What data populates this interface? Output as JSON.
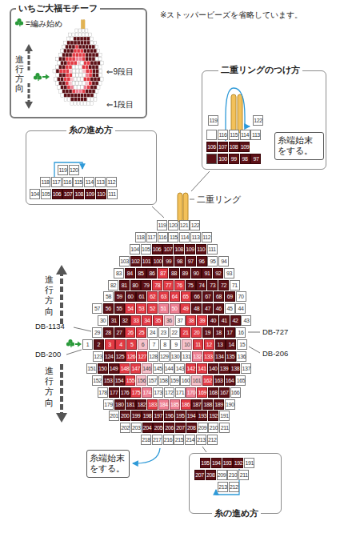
{
  "diagram": {
    "nodes": [
      {
        "text": [
          "いちご大福モチーフ",
          "=編み始め",
          "進行方向",
          "⇐9段目",
          "⇐1段目"
        ]
      },
      {
        "text": [
          "二重リングのつけ方"
        ]
      },
      {
        "text": [
          "糸端始末をする。"
        ],
        "in": 1
      },
      {
        "text": [
          "糸の進め方"
        ]
      },
      {
        "text": [
          "糸端始末をする。"
        ]
      },
      {
        "text": [
          "糸の進め方"
        ]
      }
    ],
    "labels": [
      "※ストッパービーズを省略しています。",
      "二重リング",
      "DB-1134",
      "DB-200",
      "DB-727",
      "DB-206",
      "進行方向",
      "進行方向",
      "119",
      "120",
      "121",
      "122",
      "118",
      "117",
      "116",
      "115",
      "114",
      "113",
      "112",
      "104",
      "105",
      "106",
      "107",
      "108",
      "109",
      "110",
      "111",
      "103",
      "102",
      "101",
      "100",
      "99",
      "98",
      "97",
      "96",
      "95",
      "94",
      "83",
      "84",
      "85",
      "86",
      "87",
      "88",
      "89",
      "90",
      "91",
      "92",
      "93",
      "82",
      "81",
      "80",
      "79",
      "78",
      "77",
      "76",
      "75",
      "74",
      "73",
      "72",
      "71",
      "58",
      "59",
      "60",
      "61",
      "62",
      "63",
      "64",
      "65",
      "66",
      "67",
      "68",
      "69",
      "70",
      "57",
      "56",
      "55",
      "54",
      "53",
      "52",
      "51",
      "50",
      "49",
      "48",
      "47",
      "46",
      "45",
      "44",
      "30",
      "31",
      "32",
      "33",
      "34",
      "35",
      "36",
      "37",
      "38",
      "39",
      "40",
      "41",
      "42",
      "43",
      "29",
      "28",
      "27",
      "26",
      "25",
      "24",
      "23",
      "22",
      "21",
      "20",
      "19",
      "18",
      "17",
      "16",
      "1",
      "2",
      "3",
      "4",
      "5",
      "6",
      "7",
      "8",
      "9",
      "10",
      "11",
      "12",
      "13",
      "14",
      "15",
      "123",
      "124",
      "125",
      "126",
      "127",
      "128",
      "129",
      "130",
      "131",
      "132",
      "133",
      "134",
      "135",
      "136",
      "151",
      "150",
      "149",
      "148",
      "147",
      "146",
      "145",
      "144",
      "143",
      "142",
      "141",
      "140",
      "139",
      "138",
      "137",
      "152",
      "153",
      "154",
      "155",
      "156",
      "157",
      "158",
      "159",
      "160",
      "161",
      "162",
      "163",
      "164",
      "165",
      "178",
      "177",
      "176",
      "175",
      "174",
      "173",
      "172",
      "171",
      "170",
      "169",
      "168",
      "167",
      "166",
      "179",
      "180",
      "181",
      "182",
      "183",
      "184",
      "185",
      "186",
      "187",
      "188",
      "189",
      "190",
      "201",
      "200",
      "199",
      "198",
      "197",
      "196",
      "195",
      "194",
      "193",
      "192",
      "191",
      "202",
      "203",
      "204",
      "205",
      "206",
      "207",
      "208",
      "209",
      "210",
      "211",
      "218",
      "217",
      "216",
      "215",
      "214",
      "213",
      "212",
      "119",
      "122",
      "116",
      "115",
      "114",
      "113",
      "106",
      "107",
      "108",
      "109",
      "100",
      "99",
      "98",
      "97",
      "119",
      "120",
      "118",
      "117",
      "116",
      "115",
      "114",
      "113",
      "112",
      "104",
      "105",
      "106",
      "107",
      "108",
      "109",
      "110",
      "111",
      "195",
      "194",
      "193",
      "192",
      "191",
      "207",
      "208",
      "209",
      "210",
      "211",
      "213",
      "212"
    ]
  }
}
